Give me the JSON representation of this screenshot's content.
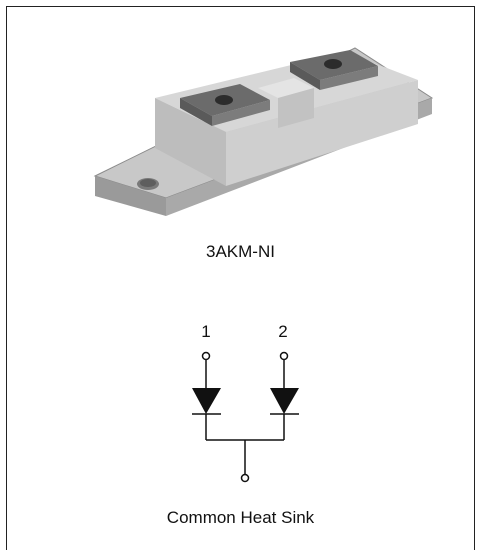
{
  "package": {
    "name": "3AKM-NI"
  },
  "schematic": {
    "pin1_label": "1",
    "pin2_label": "2",
    "common_label": "Common Heat Sink"
  },
  "colors": {
    "line": "#111111",
    "module_light": "#d9d9d9",
    "module_mid": "#bdbdbd",
    "module_dark": "#8f8f8f",
    "terminal": "#6b6b6b"
  }
}
